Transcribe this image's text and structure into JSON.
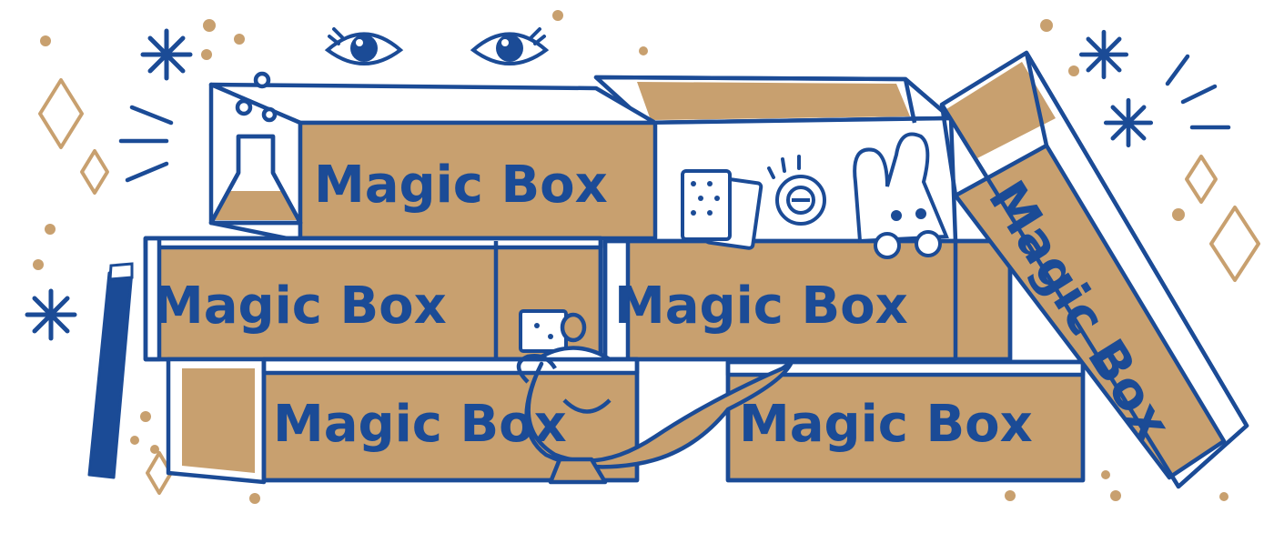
{
  "illustration": {
    "box_labels": [
      "Magic Box",
      "Magic Box",
      "Magic Box",
      "Magic Box",
      "Magic Box",
      "Magic Box"
    ]
  },
  "colors": {
    "navy": "#1b4b96",
    "tan": "#c8a06f",
    "background": "#ffffff"
  },
  "icons": [
    "eye-icon",
    "sparkle-star-icon",
    "diamond-icon",
    "dot-icon",
    "flask-icon",
    "magic-wand-icon",
    "genie-lamp-icon",
    "dice-icon",
    "tarot-cards-icon",
    "coin-icon",
    "bunny-icon"
  ]
}
